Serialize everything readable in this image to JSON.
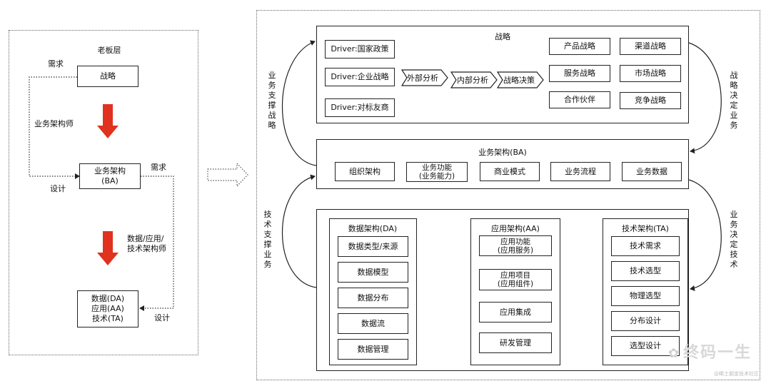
{
  "left": {
    "title": "老板层",
    "strategy": "战略",
    "demand1": "需求",
    "role1": "业务架构师",
    "ba": "业务架构\n(BA)",
    "demand2": "需求",
    "design1": "设计",
    "role2": "数据/应用/\n技术架构师",
    "impl": "数据(DA)\n应用(AA)\n技术(TA)",
    "design2": "设计"
  },
  "right": {
    "strategy_panel": {
      "title": "战略",
      "drivers": [
        "Driver:国家政策",
        "Driver:企业战略",
        "Driver:对标友商"
      ],
      "steps": [
        "外部分析",
        "内部分析",
        "战略决策"
      ],
      "outputs_col1": [
        "产品战略",
        "服务战略",
        "合作伙伴"
      ],
      "outputs_col2": [
        "渠道战略",
        "市场战略",
        "竞争战略"
      ]
    },
    "ba_panel": {
      "title": "业务架构(BA)",
      "items": [
        "组织架构",
        "业务功能\n(业务能力)",
        "商业模式",
        "业务流程",
        "业务数据"
      ]
    },
    "da": {
      "title": "数据架构(DA)",
      "items": [
        "数据类型/来源",
        "数据模型",
        "数据分布",
        "数据流",
        "数据管理"
      ]
    },
    "aa": {
      "title": "应用架构(AA)",
      "items": [
        "应用功能\n(应用服务)",
        "应用项目\n(应用组件)",
        "应用集成",
        "研发管理"
      ]
    },
    "ta": {
      "title": "技术架构(TA)",
      "items": [
        "技术需求",
        "技术选型",
        "物理选型",
        "分布设计",
        "选型设计"
      ]
    },
    "side_labels": {
      "left_top": "业务支撑战略",
      "right_top": "战略决定业务",
      "left_bottom": "技术支撑业务",
      "right_bottom": "业务决定技术"
    }
  },
  "watermark": {
    "text": "终码一生",
    "sub": "@稀土掘金技术社区"
  }
}
